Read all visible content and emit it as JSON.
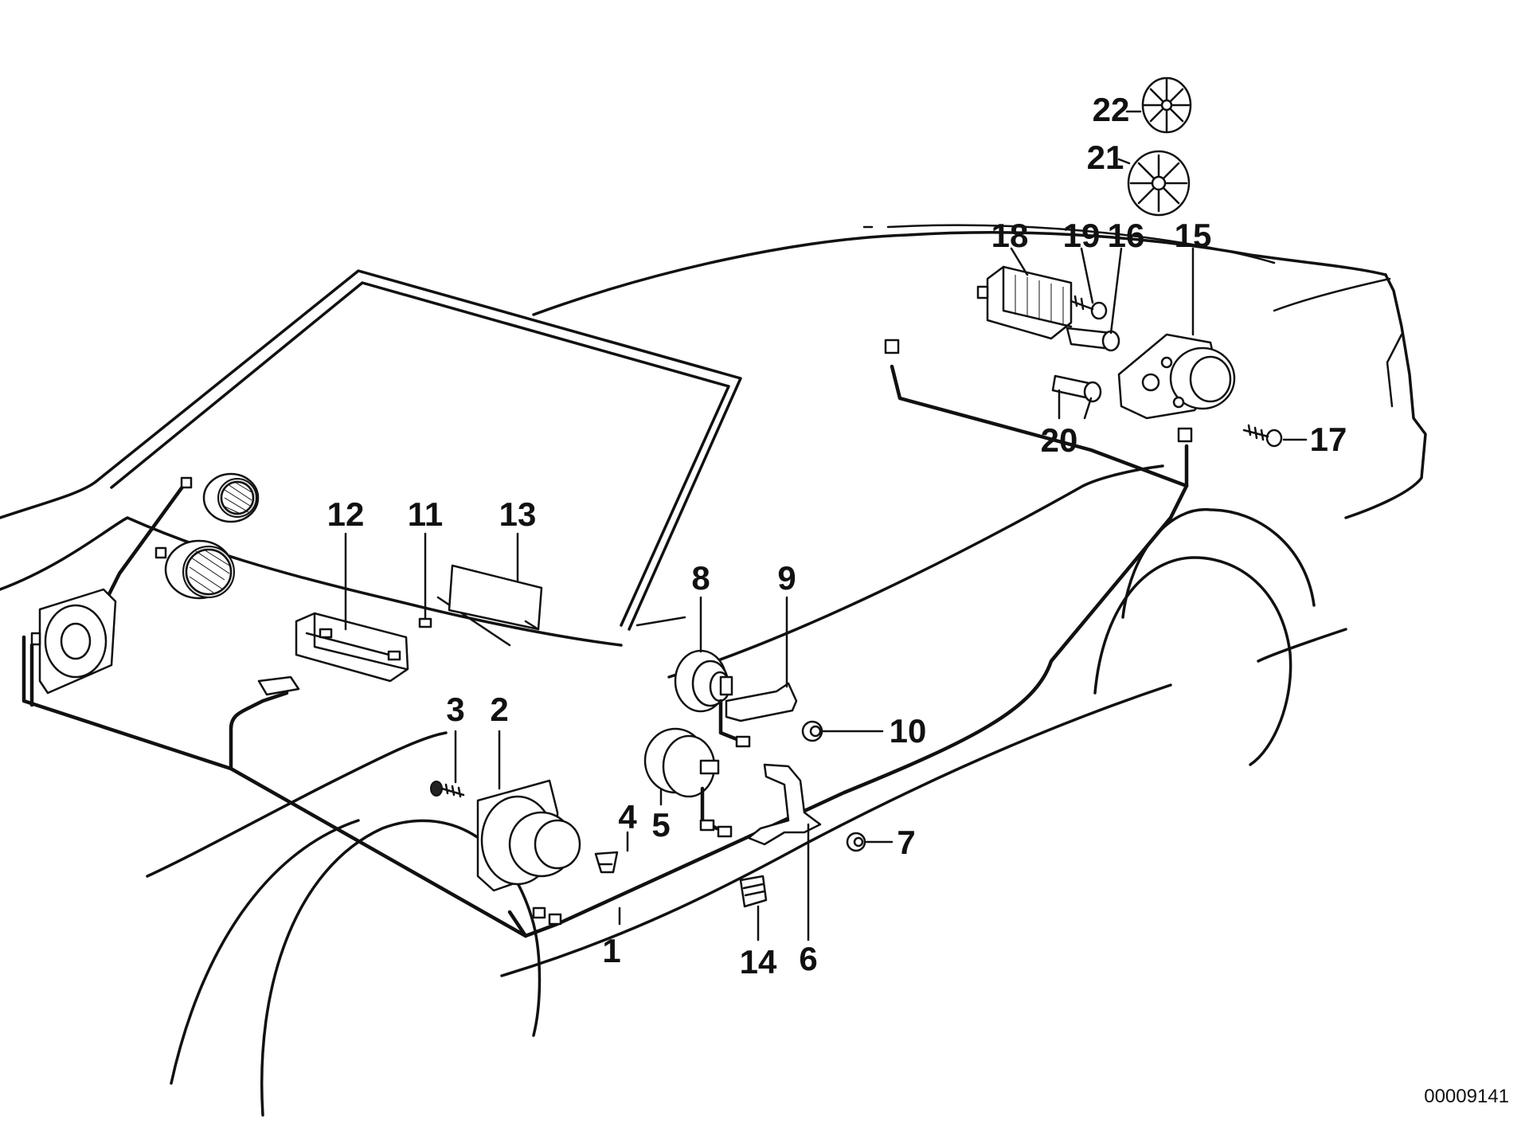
{
  "diagram": {
    "document_id": "00009141",
    "callouts": [
      {
        "id": "c1",
        "text": "1"
      },
      {
        "id": "c2",
        "text": "2"
      },
      {
        "id": "c3",
        "text": "3"
      },
      {
        "id": "c4",
        "text": "4"
      },
      {
        "id": "c5",
        "text": "5"
      },
      {
        "id": "c6",
        "text": "6"
      },
      {
        "id": "c7",
        "text": "7"
      },
      {
        "id": "c8",
        "text": "8"
      },
      {
        "id": "c9",
        "text": "9"
      },
      {
        "id": "c10",
        "text": "10"
      },
      {
        "id": "c11",
        "text": "11"
      },
      {
        "id": "c12",
        "text": "12"
      },
      {
        "id": "c13",
        "text": "13"
      },
      {
        "id": "c14",
        "text": "14"
      },
      {
        "id": "c15",
        "text": "15"
      },
      {
        "id": "c16",
        "text": "16"
      },
      {
        "id": "c17",
        "text": "17"
      },
      {
        "id": "c18",
        "text": "18"
      },
      {
        "id": "c19",
        "text": "19"
      },
      {
        "id": "c20",
        "text": "20"
      },
      {
        "id": "c21",
        "text": "21"
      },
      {
        "id": "c22",
        "text": "22"
      }
    ]
  }
}
